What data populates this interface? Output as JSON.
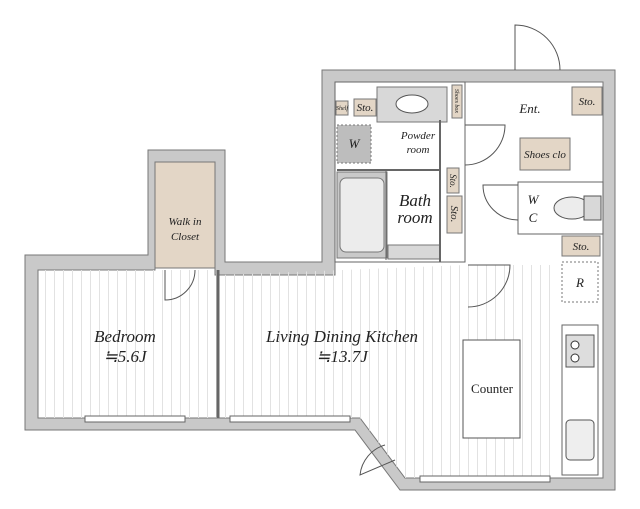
{
  "rooms": {
    "bedroom": {
      "label": "Bedroom",
      "size": "≒5.6J"
    },
    "ldk": {
      "label": "Living Dining Kitchen",
      "size": "≒13.7J"
    },
    "counter": "Counter",
    "walk_in_closet": [
      "Walk in",
      "Closet"
    ],
    "powder_room": [
      "Powder",
      "room"
    ],
    "bath_room": [
      "Bath",
      "room"
    ],
    "entrance": "Ent.",
    "wc": [
      "W",
      "C"
    ],
    "refrigerator": "R",
    "washer": "W",
    "shoes_closet": "Shoes clo",
    "shoes_box": "Shoes box",
    "shelf": "Shelf",
    "storage": [
      "Sto.",
      "Sto.",
      "Sto.",
      "Sto.",
      "Sto."
    ]
  },
  "colors": {
    "wall": "#c9c9c9",
    "storage": "#e3d6c6",
    "line": "#555555"
  }
}
